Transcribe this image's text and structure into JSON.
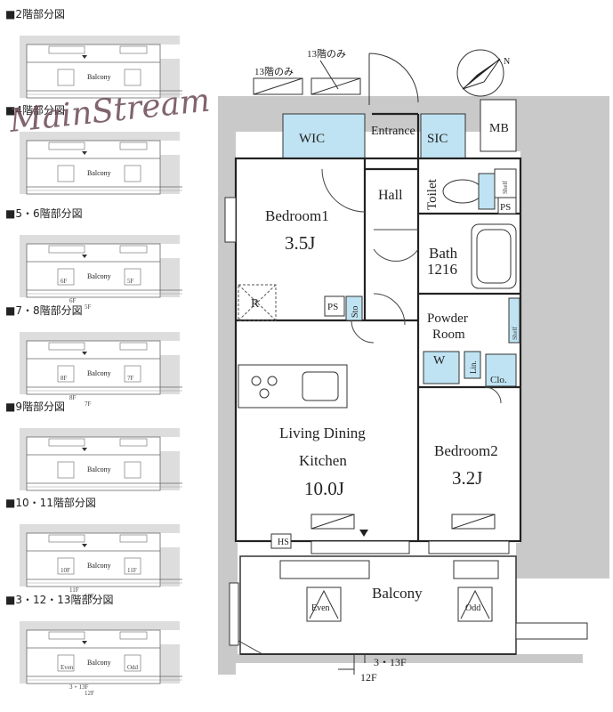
{
  "watermark": "MainStream",
  "compass": {
    "label": "N"
  },
  "side_panels": [
    {
      "title": "■2階部分図",
      "balcony": "Balcony",
      "marks": []
    },
    {
      "title": "■4階部分図",
      "balcony": "Balcony",
      "marks": []
    },
    {
      "title": "■5・6階部分図",
      "balcony": "Balcony",
      "marks": [
        "6F",
        "5F",
        "6F",
        "5F"
      ]
    },
    {
      "title": "■7・8階部分図",
      "balcony": "Balcony",
      "marks": [
        "8F",
        "7F",
        "8F",
        "7F"
      ]
    },
    {
      "title": "■9階部分図",
      "balcony": "Balcony",
      "marks": []
    },
    {
      "title": "■10・11階部分図",
      "balcony": "Balcony",
      "marks": [
        "10F",
        "11F",
        "11F",
        "10F"
      ]
    },
    {
      "title": "■3・12・13階部分図",
      "balcony": "Balcony",
      "marks": [
        "Even",
        "Odd",
        "3・13F",
        "12F"
      ]
    }
  ],
  "plan": {
    "notes": {
      "top_a": "13階のみ",
      "top_b": "13階のみ"
    },
    "rooms": {
      "wic": "WIC",
      "entrance": "Entrance",
      "sic": "SIC",
      "mb": "MB",
      "hall": "Hall",
      "toilet": "Toilet",
      "shelf": "Shelf",
      "ps_top": "PS",
      "bedroom1": "Bedroom1",
      "bedroom1_size": "3.5J",
      "r": "R",
      "ps_mid": "PS",
      "sto": "Sto",
      "bath": "Bath",
      "bath_size": "1216",
      "powder1": "Powder",
      "powder2": "Room",
      "shelf2": "Shelf",
      "w": "W",
      "lin": "Lin.",
      "clo": "Clo.",
      "ldk1": "Living Dining",
      "ldk2": "Kitchen",
      "ldk_size": "10.0J",
      "bedroom2": "Bedroom2",
      "bedroom2_size": "3.2J",
      "hs": "HS",
      "balcony": "Balcony",
      "even": "Even",
      "odd": "Odd",
      "floor_a": "3・13F",
      "floor_b": "12F"
    }
  }
}
